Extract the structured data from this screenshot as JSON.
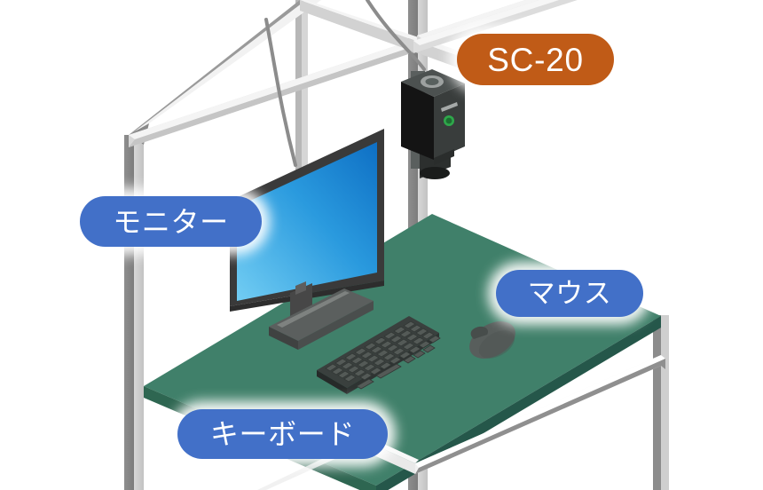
{
  "scene": {
    "description": "Isometric illustration of an inspection workstation: aluminum frame rack, green workbench desk, monitor, keyboard, mouse, and an overhead-mounted SC-20 camera",
    "background_color": "#ffffff"
  },
  "labels": [
    {
      "id": "sc20",
      "text": "SC-20",
      "color": "#c05b17",
      "text_color": "#ffffff",
      "points_to": "camera-device"
    },
    {
      "id": "monitor",
      "text": "モニター",
      "color": "#4270c8",
      "text_color": "#ffffff",
      "points_to": "monitor-display"
    },
    {
      "id": "mouse",
      "text": "マウス",
      "color": "#4270c8",
      "text_color": "#ffffff",
      "points_to": "computer-mouse"
    },
    {
      "id": "keyboard",
      "text": "キーボード",
      "color": "#4270c8",
      "text_color": "#ffffff",
      "points_to": "computer-keyboard"
    }
  ],
  "objects": {
    "frame": {
      "name": "aluminum-frame-rack",
      "colors": {
        "light": "#ededed",
        "mid": "#c9c9c9",
        "dark": "#8d8d8d",
        "shadow": "#6e6e6e"
      }
    },
    "desk": {
      "name": "workbench-desk",
      "colors": {
        "top": "#40806a",
        "edge_front": "#2e6651",
        "edge_side": "#245643"
      }
    },
    "monitor": {
      "name": "monitor-display",
      "colors": {
        "bezel": "#3a3a3a",
        "screen_top": "#1479cf",
        "screen_bottom": "#63c6f2",
        "stand": "#4a4a4a"
      }
    },
    "keyboard": {
      "name": "computer-keyboard",
      "colors": {
        "body": "#3f4442",
        "keys": "#4d5350"
      },
      "key_rows": 6
    },
    "mouse": {
      "name": "computer-mouse",
      "colors": {
        "body": "#565c5a",
        "shade": "#444947"
      }
    },
    "camera": {
      "name": "camera-device",
      "model": "SC-20",
      "colors": {
        "front": "#171717",
        "side": "#3b3f3e",
        "top": "#4a4f4e",
        "lens_ring": "#9b9f9e",
        "led": "#2fa84b"
      },
      "has_led_indicator": true,
      "has_lens_hood": true
    },
    "cables": {
      "name": "cables",
      "color": "#8c8c8c",
      "count": 2
    }
  }
}
